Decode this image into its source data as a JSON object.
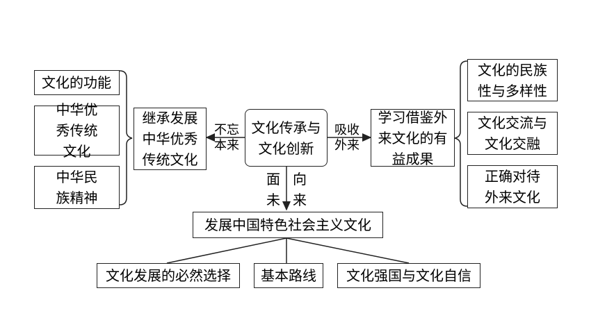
{
  "left_items": {
    "function": "文化的功能",
    "excellent_traditional": "中华优秀传统文化",
    "national_spirit": "中华民族精神"
  },
  "inherit_box": "继承发展中华优秀传统文化",
  "center_box": "文化传承与文化创新",
  "label_left": "不忘本来",
  "label_right": "吸收外来",
  "label_down_left": "面未",
  "label_down_right": "向来",
  "learn_box": "学习借鉴外来文化的有益成果",
  "right_items": {
    "diversity": "文化的民族性与多样性",
    "exchange": "文化交流与文化交融",
    "treat_foreign": "正确对待外来文化"
  },
  "develop_box": "发展中国特色社会主义文化",
  "bottom_items": {
    "choice": "文化发展的必然选择",
    "road": "基本路线",
    "power": "文化强国与文化自信"
  }
}
